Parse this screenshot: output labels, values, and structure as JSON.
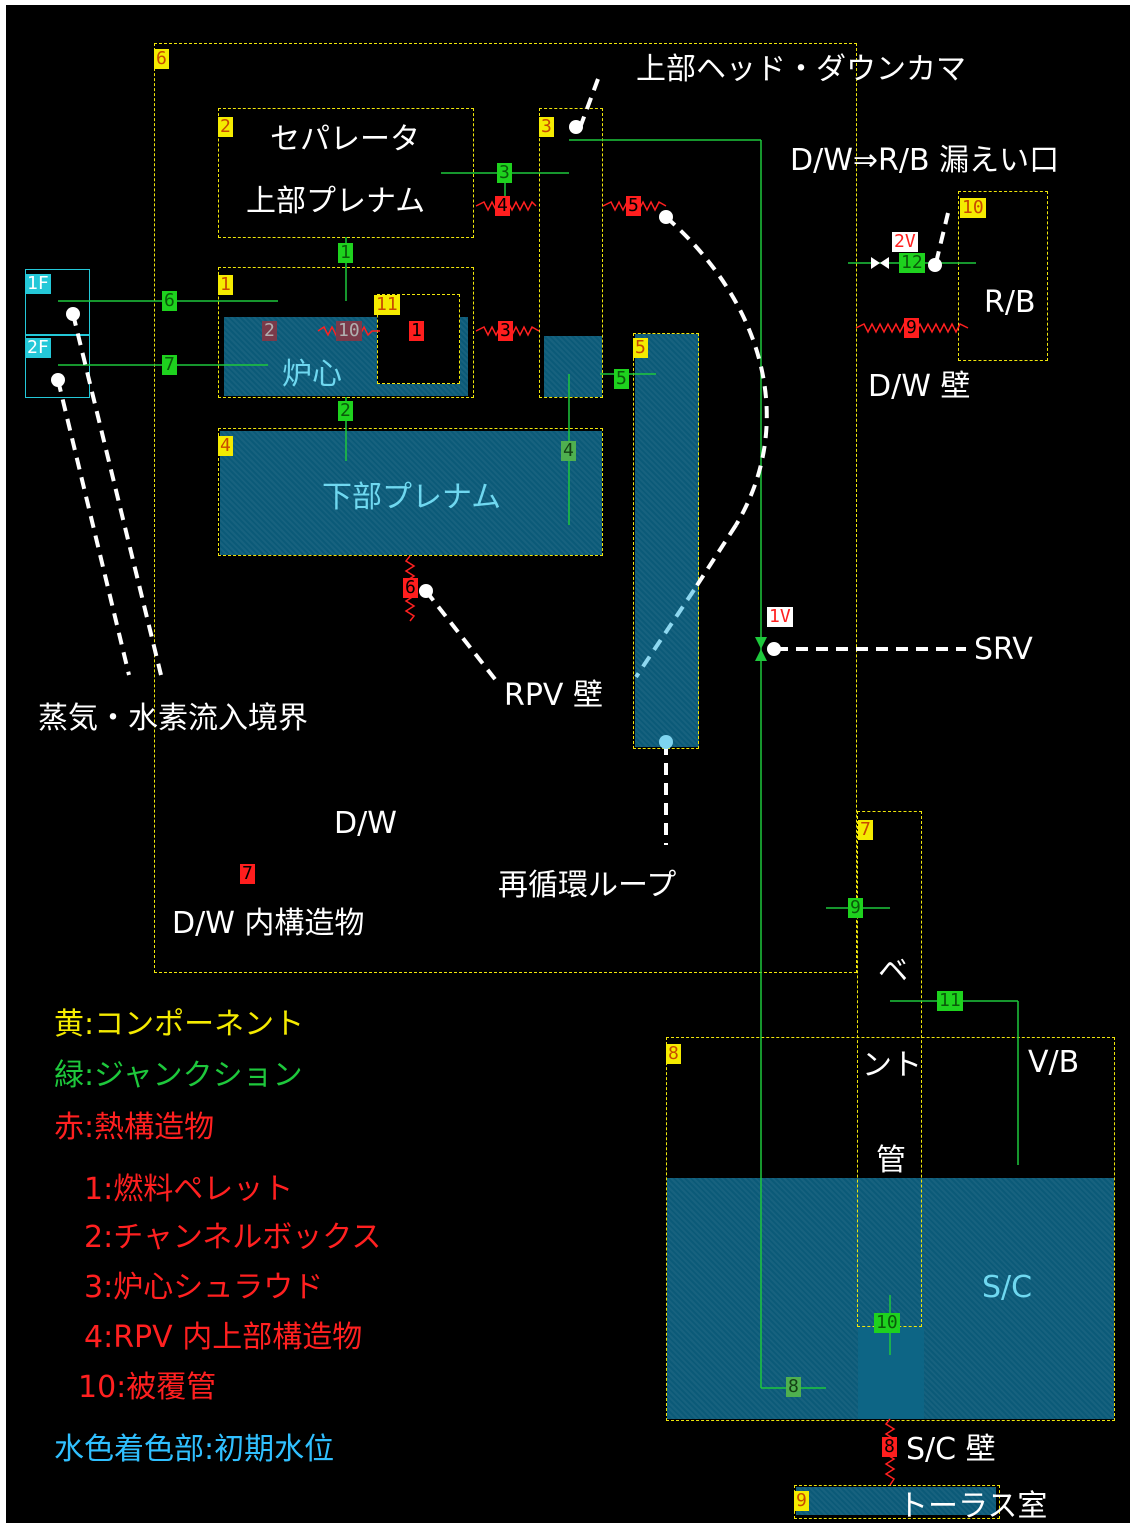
{
  "labels": {
    "separator": "セパレータ",
    "upper_plenum": "上部プレナム",
    "upper_head_downcomer": "上部ヘッド・ダウンカマ",
    "leak_port": "D/W⇒R/B 漏えい口",
    "rb": "R/B",
    "dw_wall": "D/W 壁",
    "core": "炉心",
    "lower_plenum": "下部プレナム",
    "srv": "SRV",
    "steam_h2_boundary": "蒸気・水素流入境界",
    "rpv_wall": "RPV 壁",
    "dw": "D/W",
    "recirc_loop": "再循環ループ",
    "dw_internal": "D/W 内構造物",
    "vent_1": "ベ",
    "vent_2": "ント",
    "vent_3": "管",
    "vb": "V/B",
    "sc": "S/C",
    "sc_wall": "S/C 壁",
    "torus_room": "トーラス室"
  },
  "legend": [
    {
      "text": "黄:コンポーネント",
      "color": "#f5eb00"
    },
    {
      "text": "緑:ジャンクション",
      "color": "#1ec83c"
    },
    {
      "text": "赤:熱構造物",
      "color": "#ff2020"
    },
    {
      "text": "1:燃料ペレット",
      "color": "#ff2020"
    },
    {
      "text": "2:チャンネルボックス",
      "color": "#ff2020"
    },
    {
      "text": "3:炉心シュラウド",
      "color": "#ff2020"
    },
    {
      "text": "4:RPV 内上部構造物",
      "color": "#ff2020"
    },
    {
      "text": "10:被覆管",
      "color": "#ff2020"
    },
    {
      "text": "水色着色部:初期水位",
      "color": "#30c0ff"
    }
  ],
  "components": [
    "6",
    "2",
    "3",
    "1",
    "11",
    "4",
    "5",
    "10",
    "7",
    "8",
    "9"
  ],
  "junctions": [
    "3",
    "1",
    "6",
    "7",
    "2",
    "5",
    "4",
    "12",
    "9",
    "11",
    "10",
    "8"
  ],
  "heat_structures": [
    "4",
    "5",
    "10",
    "2",
    "1",
    "3",
    "9",
    "6",
    "7",
    "8"
  ],
  "boundaries": [
    "1F",
    "2F"
  ],
  "valves": [
    "2V",
    "1V"
  ],
  "colors": {
    "component": "#f5eb00",
    "junction": "#1ed21e",
    "heat_structure": "#ff1e1e",
    "water": "#0b5a78",
    "background": "#000000"
  }
}
